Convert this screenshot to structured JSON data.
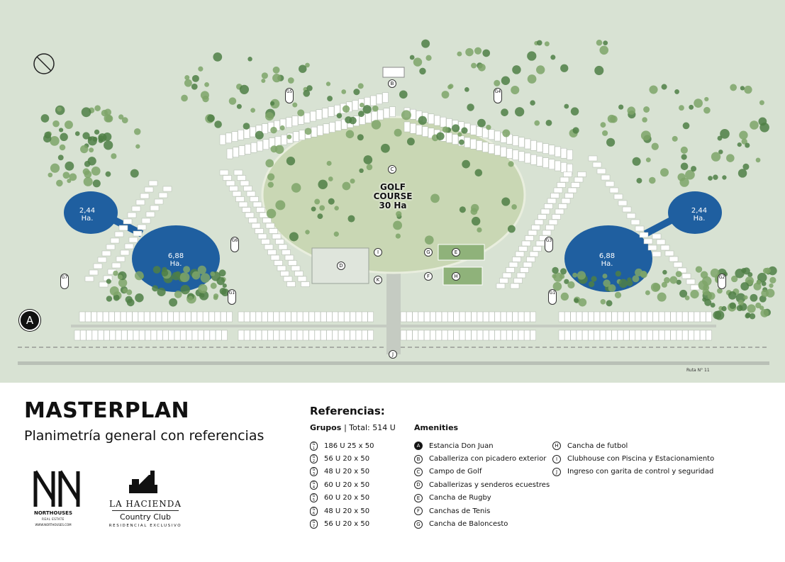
{
  "header": {
    "title": "MASTERPLAN",
    "subtitle": "Planimetría general con referencias"
  },
  "references": {
    "title": "Referencias:",
    "groups_label": "Grupos",
    "groups_total": "| Total: 514 U",
    "amenities_label": "Amenities",
    "groups": [
      {
        "code": "G1",
        "letter": "G",
        "num": "1",
        "text": "186 U 25 x 50"
      },
      {
        "code": "G2",
        "letter": "G",
        "num": "2",
        "text": "56 U 20 x 50"
      },
      {
        "code": "G3",
        "letter": "G",
        "num": "3",
        "text": "48 U 20 x 50"
      },
      {
        "code": "G4",
        "letter": "G",
        "num": "4",
        "text": "60 U 20 x 50"
      },
      {
        "code": "G5",
        "letter": "G",
        "num": "5",
        "text": "60 U 20 x 50"
      },
      {
        "code": "G6",
        "letter": "G",
        "num": "6",
        "text": "48 U 20 x 50"
      },
      {
        "code": "G7",
        "letter": "G",
        "num": "7",
        "text": "56 U 20 x 50"
      }
    ],
    "amenities_col1": [
      {
        "letter": "A",
        "text": "Estancia Don Juan",
        "dark": true
      },
      {
        "letter": "B",
        "text": "Caballeriza con picadero exterior"
      },
      {
        "letter": "C",
        "text": "Campo de Golf"
      },
      {
        "letter": "D",
        "text": "Caballerizas y senderos ecuestres"
      },
      {
        "letter": "E",
        "text": "Cancha de Rugby"
      },
      {
        "letter": "F",
        "text": "Canchas de Tenis"
      },
      {
        "letter": "G",
        "text": "Cancha de Baloncesto"
      }
    ],
    "amenities_col2": [
      {
        "letter": "H",
        "text": "Cancha de futbol"
      },
      {
        "letter": "I",
        "text": "Clubhouse con Piscina y Estacionamiento"
      },
      {
        "letter": "J",
        "text": "Ingreso con garita de control y seguridad"
      }
    ]
  },
  "logos": {
    "northouses": {
      "name": "NORTHOUSES",
      "sub": "REAL ESTATE",
      "web": "WWW.NORTHOUSES.COM"
    },
    "hacienda": {
      "name": "LA HACIENDA",
      "sub": "Country Club",
      "tag": "RESIDENCIAL EXCLUSIVO"
    }
  },
  "map": {
    "lake_small_left": {
      "value": "2,44",
      "unit": "Ha."
    },
    "lake_big_left": {
      "value": "6,88",
      "unit": "Ha."
    },
    "lake_big_right": {
      "value": "6,88",
      "unit": "Ha."
    },
    "lake_small_right": {
      "value": "2,44",
      "unit": "Ha."
    },
    "golf_line1": "GOLF",
    "golf_line2": "COURSE",
    "golf_line3": "30 Ha",
    "road_label": "Ruta N° 11",
    "amenity_markers": [
      "A",
      "B",
      "C",
      "D",
      "E",
      "F",
      "G",
      "H",
      "I",
      "J",
      "K"
    ],
    "group_markers": [
      "G1",
      "G1",
      "G2",
      "G3",
      "G4",
      "G5",
      "G6",
      "G7"
    ],
    "colors": {
      "background": "#d8e2d3",
      "lake": "#1f5fa0",
      "tree": "#4f7f45",
      "lot": "#ffffff",
      "road": "#b9c0b6"
    }
  }
}
